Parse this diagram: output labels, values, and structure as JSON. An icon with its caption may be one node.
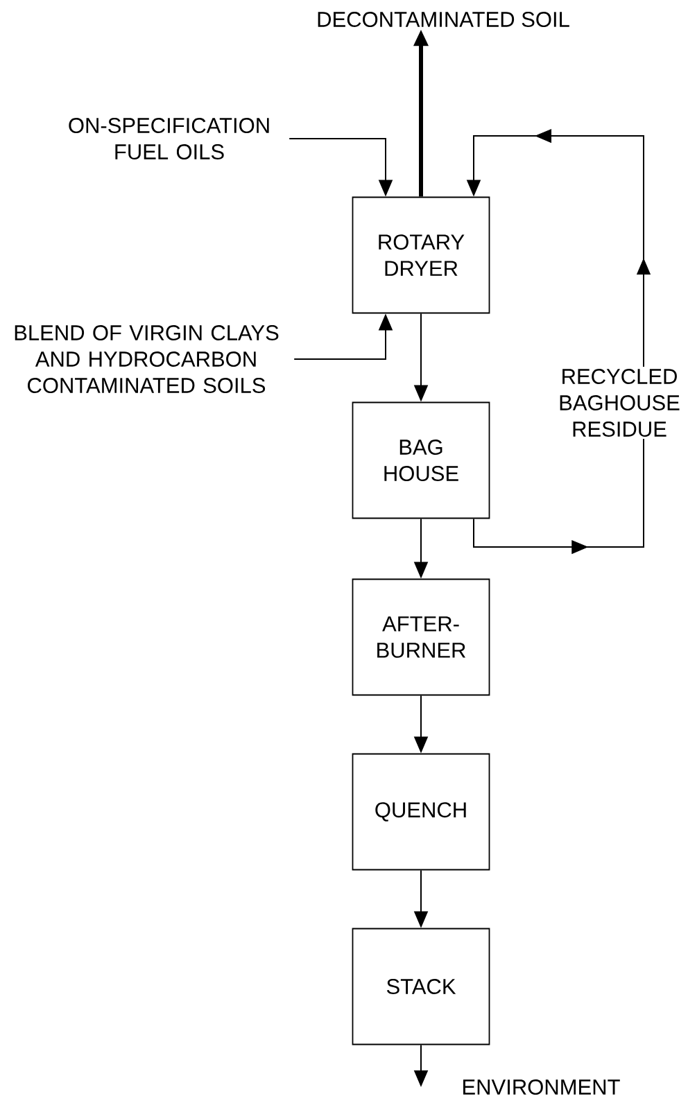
{
  "diagram": {
    "nodes": [
      {
        "text": [
          "DECONTAMINATED SOIL"
        ]
      },
      {
        "text": [
          "ON-SPECIFICATION FUEL OILS"
        ]
      },
      {
        "text": [
          "ROTARY DRYER"
        ]
      },
      {
        "text": [
          "BLEND OF VIRGIN CLAYS AND HYDROCARBON CONTAMINATED SOILS"
        ]
      },
      {
        "text": [
          "BAG HOUSE"
        ]
      },
      {
        "text": [
          "AFTER- BURNER"
        ]
      },
      {
        "text": [
          "QUENCH"
        ]
      },
      {
        "text": [
          "STACK"
        ]
      },
      {
        "text": [
          "ENVIRONMENT"
        ]
      }
    ],
    "edges": [
      {
        "from": 2,
        "to": 0,
        "arrow": "to",
        "style": "thick"
      },
      {
        "from": 1,
        "to": 2,
        "arrow": "to"
      },
      {
        "from": 3,
        "to": 2,
        "arrow": "to"
      },
      {
        "from": 2,
        "to": 4,
        "arrow": "to"
      },
      {
        "from": 4,
        "to": 2,
        "arrow": "to",
        "label": "RECYCLED BAGHOUSE RESIDUE"
      },
      {
        "from": 4,
        "to": 5,
        "arrow": "to"
      },
      {
        "from": 5,
        "to": 6,
        "arrow": "to"
      },
      {
        "from": 6,
        "to": 7,
        "arrow": "to"
      },
      {
        "from": 7,
        "to": 8,
        "arrow": "to"
      }
    ]
  }
}
